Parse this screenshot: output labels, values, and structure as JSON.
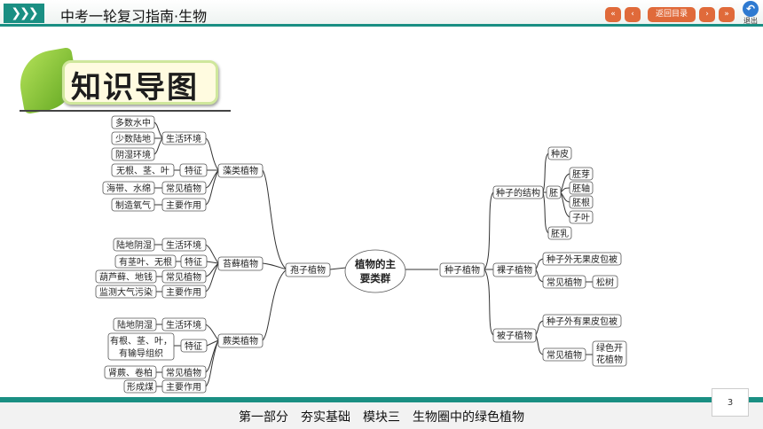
{
  "header": {
    "course_title": "中考一轮复习指南·生物",
    "chevrons": "❯❯❯",
    "back_label": "返回目录",
    "exit_label": "退出"
  },
  "section_title": "知识导图",
  "mindmap": {
    "center": [
      "植物的主",
      "要类群"
    ],
    "spore": {
      "label": "孢子植物",
      "algae": {
        "label": "藻类植物",
        "branches": [
          {
            "label": "生活环境",
            "leaves": [
              "多数水中",
              "少数陆地",
              "阴湿环境"
            ]
          },
          {
            "label": "特征",
            "leaves": [
              "无根、茎、叶"
            ]
          },
          {
            "label": "常见植物",
            "leaves": [
              "海带、水绵"
            ]
          },
          {
            "label": "主要作用",
            "leaves": [
              "制造氧气"
            ]
          }
        ]
      },
      "moss": {
        "label": "苔藓植物",
        "branches": [
          {
            "label": "生活环境",
            "leaves": [
              "陆地阴湿"
            ]
          },
          {
            "label": "特征",
            "leaves": [
              "有茎叶、无根"
            ]
          },
          {
            "label": "常见植物",
            "leaves": [
              "葫芦藓、地钱"
            ]
          },
          {
            "label": "主要作用",
            "leaves": [
              "监测大气污染"
            ]
          }
        ]
      },
      "fern": {
        "label": "蕨类植物",
        "branches": [
          {
            "label": "生活环境",
            "leaves": [
              "陆地阴湿"
            ]
          },
          {
            "label": "特征",
            "leaves": [
              "有根、茎、叶，",
              "有输导组织"
            ]
          },
          {
            "label": "常见植物",
            "leaves": [
              "肾蕨、卷柏"
            ]
          },
          {
            "label": "主要作用",
            "leaves": [
              "形成煤"
            ]
          }
        ]
      }
    },
    "seed": {
      "label": "种子植物",
      "structure": {
        "label": "种子的结构",
        "seed_coat": "种皮",
        "embryo": {
          "label": "胚",
          "parts": [
            "胚芽",
            "胚轴",
            "胚根",
            "子叶"
          ]
        },
        "endosperm": "胚乳"
      },
      "gymno": {
        "label": "裸子植物",
        "feature": "种子外无果皮包被",
        "common_label": "常见植物",
        "common": "松树"
      },
      "angio": {
        "label": "被子植物",
        "feature": "种子外有果皮包被",
        "common_label": "常见植物",
        "common": [
          "绿色开",
          "花植物"
        ]
      }
    }
  },
  "footer": {
    "text": "第一部分　夯实基础　模块三　生物圈中的绿色植物",
    "page": "3"
  },
  "colors": {
    "accent": "#1a8f83",
    "button": "#e06a3a"
  }
}
